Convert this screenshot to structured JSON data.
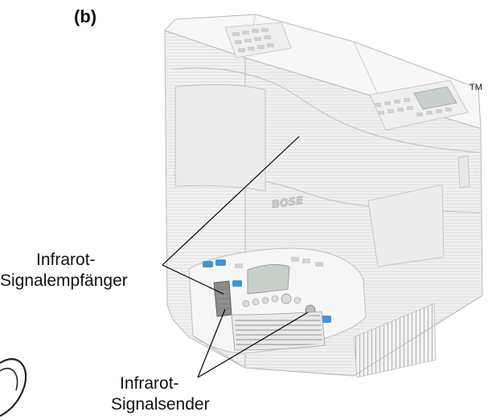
{
  "figure": {
    "panel_label": "(b)",
    "trademark": "TM",
    "logo_text": "BOSE",
    "colors": {
      "body": "#f2f2f2",
      "stroke": "#b9b9b9",
      "display": "#c9d0cc",
      "accent_button": "#3f95d6",
      "leader": "#000000"
    }
  },
  "callouts": {
    "receiver_line1": "Infrarot-",
    "receiver_line2": "Signalempfänger",
    "sender_line1": "Infrarot-",
    "sender_line2": "Signalsender"
  }
}
